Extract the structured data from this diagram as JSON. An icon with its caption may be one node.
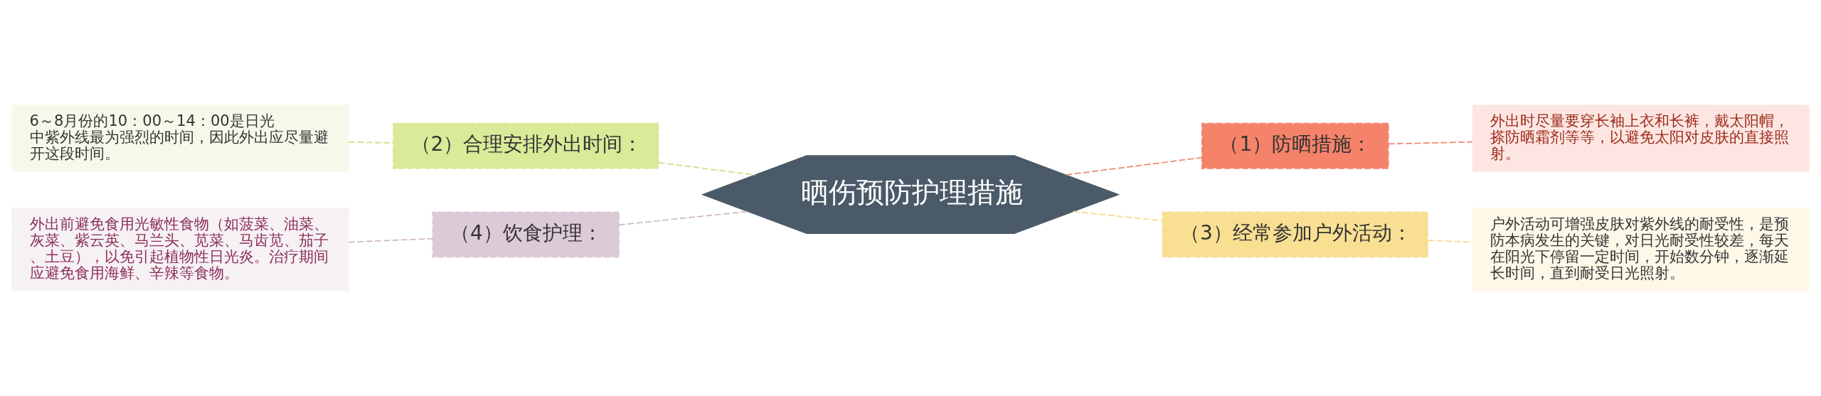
{
  "diagram": {
    "nodes": [
      {
        "text": [
          "晒伤预防护理措施"
        ]
      },
      {
        "text": [
          "（1）防晒措施："
        ]
      },
      {
        "text": [
          "外出时尽量要穿长袖上衣和长裤，戴太阳帽，搽防晒霜剂等等，以避免太阳对皮肤的直接照射。"
        ]
      },
      {
        "text": [
          "（2）合理安排外出时间："
        ]
      },
      {
        "text": [
          "6～8月份的10：00～14：00是日光中紫外线最为强烈的时间，因此外出应尽量避开这段时间。"
        ]
      },
      {
        "text": [
          "（3）经常参加户外活动："
        ]
      },
      {
        "text": [
          "户外活动可增强皮肤对紫外线的耐受性，是预防本病发生的关键，对日光耐受性较差，每天在阳光下停留一定时间，开始数分钟，逐渐延长时间，直到耐受日光照射。"
        ]
      },
      {
        "text": [
          "（4）饮食护理："
        ]
      },
      {
        "text": [
          "外出前避免食用光敏性食物（如菠菜、油菜、灰菜、紫云英、马兰头、苋菜、马齿苋、茄子、土豆），以免引起植物性日光炎。治疗期间应避免食用海鲜、辛辣等食物。"
        ]
      }
    ],
    "edges": [
      {
        "from": 0,
        "to": 1,
        "arrow": "none",
        "style": "dashed",
        "color": "#f08a6c"
      },
      {
        "from": 1,
        "to": 2,
        "arrow": "none",
        "style": "dashed",
        "color": "#f08a6c"
      },
      {
        "from": 0,
        "to": 3,
        "arrow": "none",
        "style": "dashed",
        "color": "#cfe08a"
      },
      {
        "from": 3,
        "to": 4,
        "arrow": "none",
        "style": "dashed",
        "color": "#cfe08a"
      },
      {
        "from": 0,
        "to": 5,
        "arrow": "none",
        "style": "dashed",
        "color": "#f5d98a"
      },
      {
        "from": 5,
        "to": 6,
        "arrow": "none",
        "style": "dashed",
        "color": "#f5d98a"
      },
      {
        "from": 0,
        "to": 7,
        "arrow": "none",
        "style": "dashed",
        "color": "#cfb8c8"
      },
      {
        "from": 7,
        "to": 8,
        "arrow": "none",
        "style": "dashed",
        "color": "#cfb8c8"
      }
    ]
  }
}
